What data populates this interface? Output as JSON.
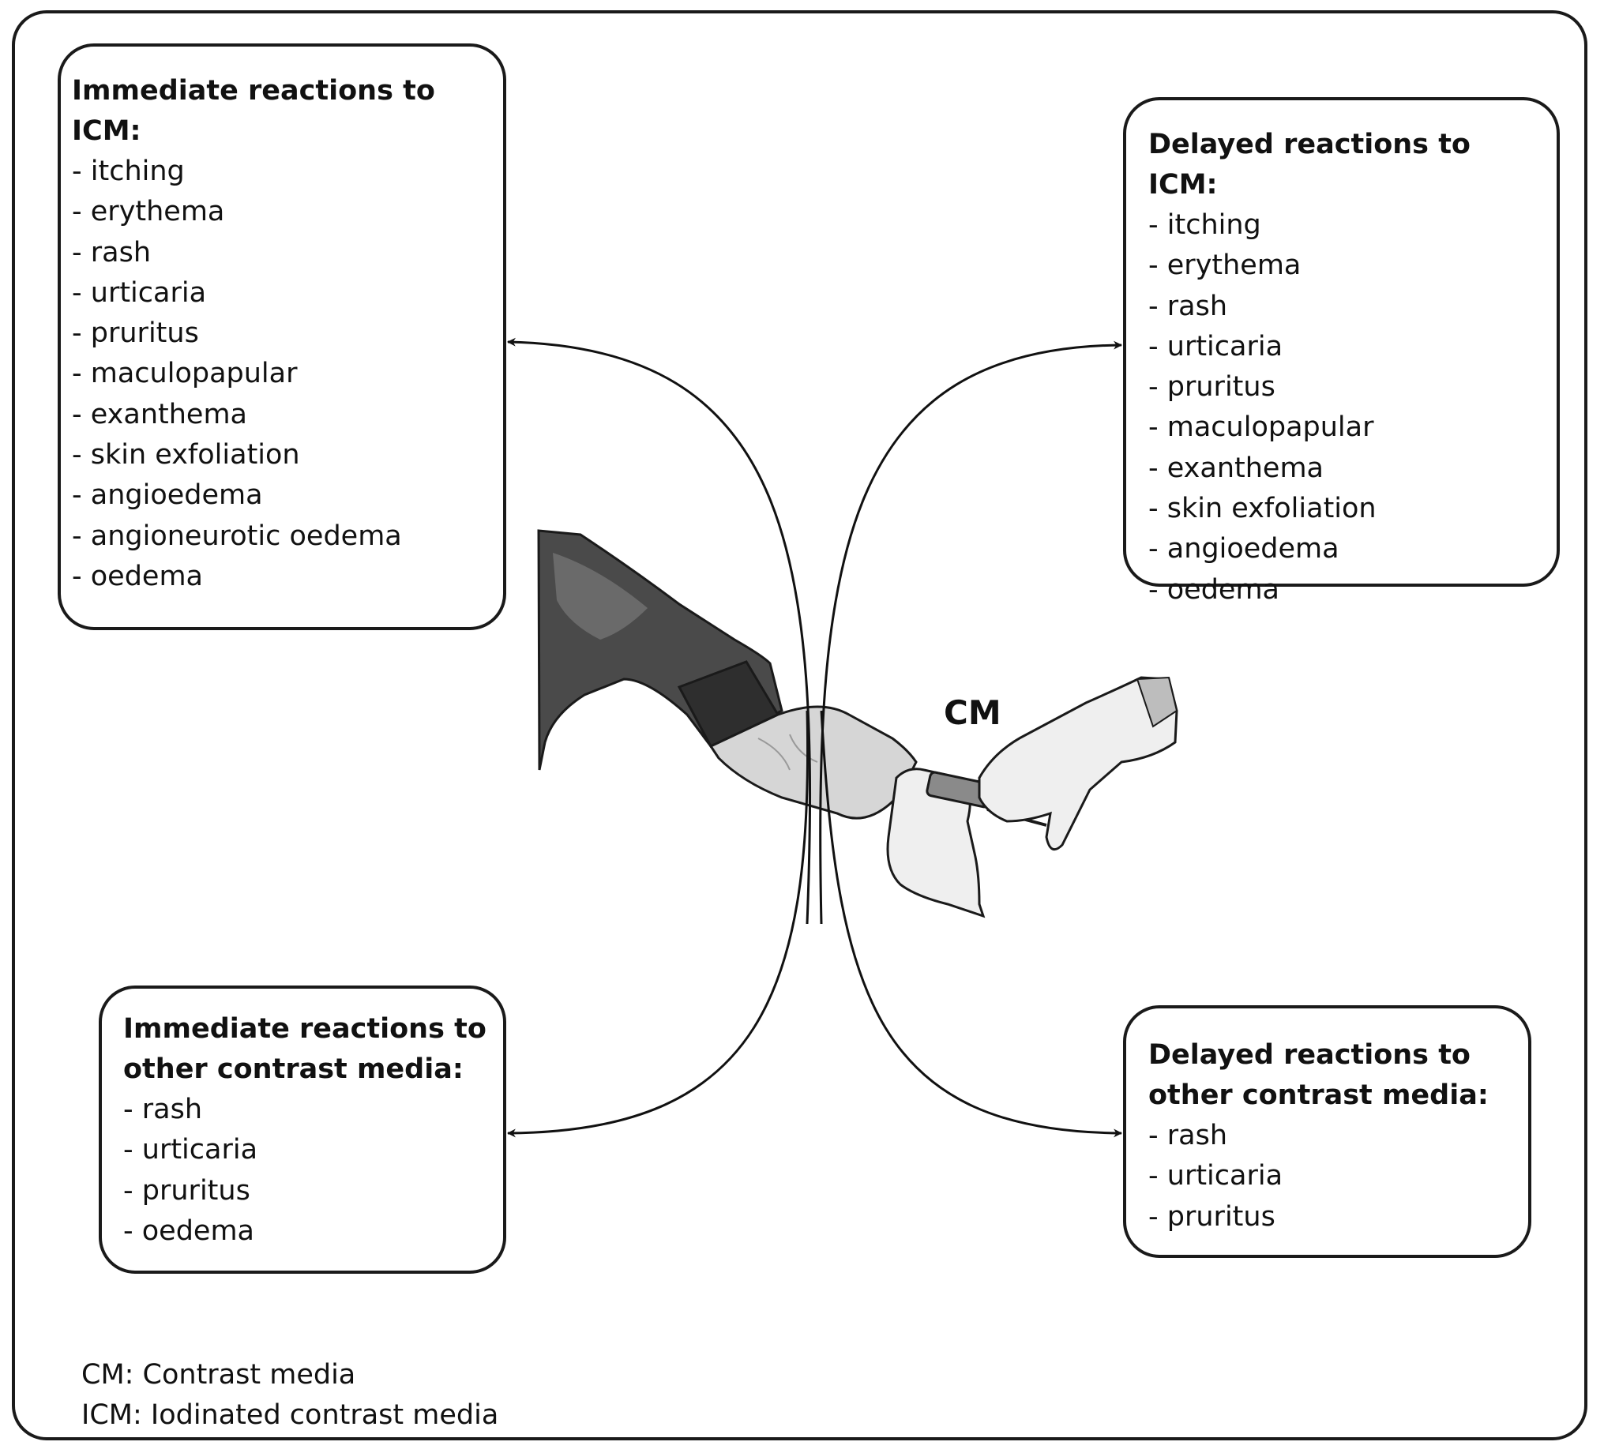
{
  "boxes": {
    "immediate_icm": {
      "title": "Immediate reactions to ICM:",
      "items": [
        "itching",
        "erythema",
        "rash",
        "urticaria",
        "pruritus",
        "maculopapular",
        "exanthema",
        "skin exfoliation",
        "angioedema",
        "angioneurotic oedema",
        "oedema"
      ]
    },
    "delayed_icm": {
      "title": "Delayed reactions to ICM:",
      "items": [
        "itching",
        "erythema",
        "rash",
        "urticaria",
        "pruritus",
        "maculopapular",
        "exanthema",
        "skin exfoliation",
        "angioedema",
        "oedema"
      ]
    },
    "immediate_other": {
      "title_line1": "Immediate reactions to",
      "title_line2": "other contrast media:",
      "items": [
        "rash",
        "urticaria",
        "pruritus",
        "oedema"
      ]
    },
    "delayed_other": {
      "title_line1": "Delayed reactions to",
      "title_line2": "other contrast media:",
      "items": [
        "rash",
        "urticaria",
        "pruritus"
      ]
    }
  },
  "center_label": "CM",
  "illustration": {
    "icon": "arm-injection-illustration",
    "colors": {
      "sleeve": "#4a4a4a",
      "skin": "#d6d6d6",
      "glove": "#efefef",
      "outline": "#1a1a1a"
    }
  },
  "legend": {
    "line1": "CM: Contrast media",
    "line2": "ICM: Iodinated contrast media"
  }
}
